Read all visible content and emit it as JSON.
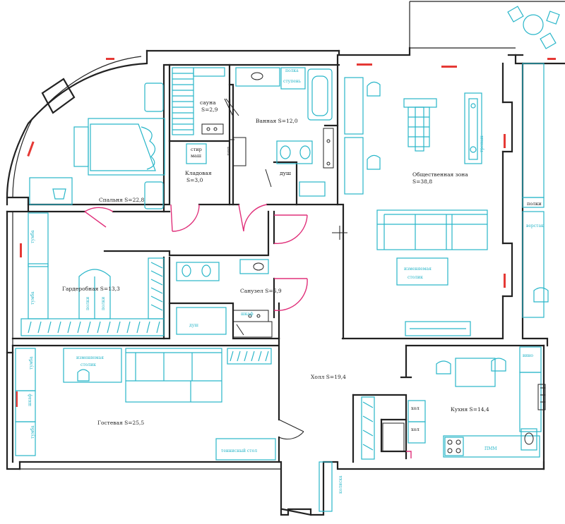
{
  "rooms": {
    "sauna": {
      "name": "сауна",
      "area": "S=2,9"
    },
    "bath": {
      "name": "Ванная S=12,0"
    },
    "storage": {
      "name": "Кладовая",
      "area": "S=3,0"
    },
    "bedroom": {
      "name": "Спальня S=22,8"
    },
    "wardrobe": {
      "name": "Гардеробная S=13,3"
    },
    "wc": {
      "name": "Санузел  S=6,9"
    },
    "public": {
      "name": "Общественная зона",
      "area": "S=38,8"
    },
    "hall": {
      "name": "Холл  S=19,4"
    },
    "guest": {
      "name": "Гостевая  S=25,5"
    },
    "kitchen": {
      "name": "Кухня  S=14,4"
    }
  },
  "labels": {
    "polka1": "полка",
    "stupen": "ступень",
    "dush1": "душ",
    "stir1": "стир",
    "stir2": "маш",
    "pollen": "пол",
    "tumba1": "тумба",
    "tumba2": "тумба",
    "polki_w1": "полки",
    "polki_w2": "полки",
    "dush2": "душ",
    "shkaf": "шкаф",
    "trenazh": "тренаж",
    "polki_r": "полки",
    "verstak": "верстак",
    "desk_pub1": "изменяемая",
    "desk_pub2": "столик",
    "desk_guest1": "изменяемая",
    "desk_guest2": "столик",
    "tumba_g1": "тумба",
    "shkaf_g": "шкаф",
    "tumba_g2": "тумба",
    "tennis": "теннисный стол",
    "hol1": "хол",
    "hol2": "хол",
    "pmm": "ПММ",
    "vino": "вино",
    "kolyaska": "коляска"
  },
  "colors": {
    "walls": "#222222",
    "furniture": "#29b6c9",
    "doors": "#e0307a",
    "heaters": "#e53935"
  }
}
